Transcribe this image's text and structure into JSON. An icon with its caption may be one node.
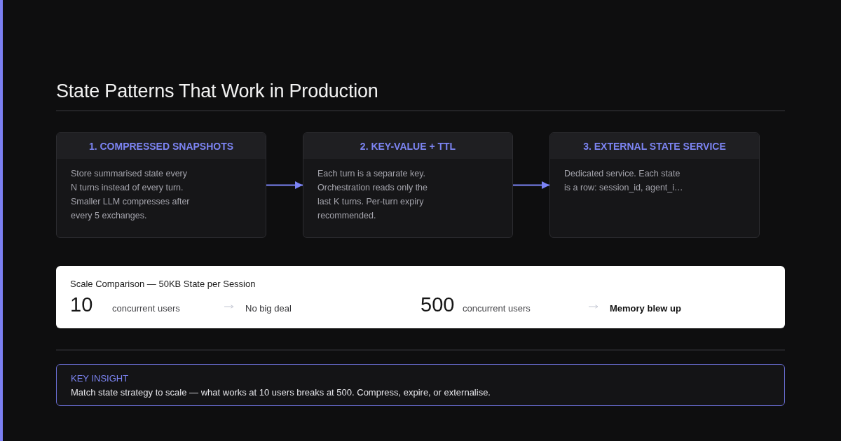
{
  "diagram": {
    "title": "State Patterns That Work in Production",
    "nodes": [
      {
        "text": [
          "1. COMPRESSED SNAPSHOTS",
          "Store summarised state every N turns instead of every turn. Smaller LLM compresses after every 5 exchanges."
        ]
      },
      {
        "text": [
          "2. KEY-VALUE + TTL",
          "Each turn is a separate key. Orchestration reads only the last K turns. Per-turn expiry recommended."
        ]
      },
      {
        "text": [
          "3. EXTERNAL STATE SERVICE",
          "Dedicated service. Each state is a row: session_id, agent_i…"
        ]
      },
      {
        "text": [
          "Scale Comparison — 50KB State per Session",
          "10",
          "concurrent users",
          "No big deal",
          "500",
          "concurrent users",
          "Memory blew up"
        ]
      },
      {
        "text": [
          "KEY INSIGHT",
          "Match state strategy to scale — what works at 10 users breaks at 500. Compress, expire, or externalise."
        ]
      }
    ],
    "edges": [
      {
        "from": 0,
        "to": 1,
        "arrow": "to"
      },
      {
        "from": 1,
        "to": 2,
        "arrow": "to"
      }
    ]
  }
}
